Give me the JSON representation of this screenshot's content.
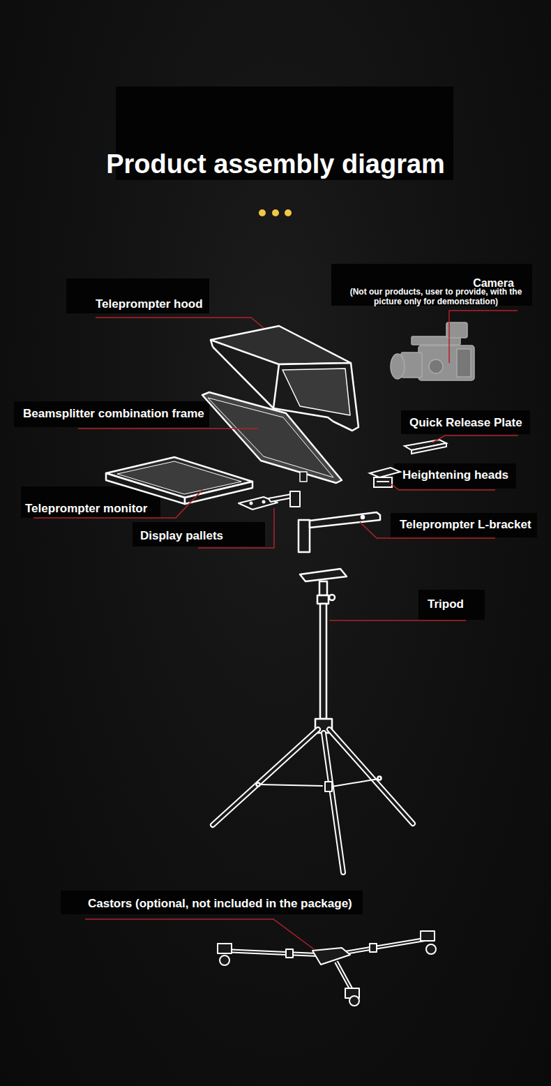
{
  "diagram": {
    "title": "Product assembly diagram",
    "labels": [
      "Teleprompter hood",
      "Camera",
      "(Not our products, user to provide, with the picture only for demonstration)",
      "Beamsplitter combination frame",
      "Quick Release Plate",
      "Heightening heads",
      "Teleprompter monitor",
      "Display pallets",
      "Teleprompter L-bracket",
      "Tripod",
      "Castors (optional, not included in the package)"
    ]
  }
}
